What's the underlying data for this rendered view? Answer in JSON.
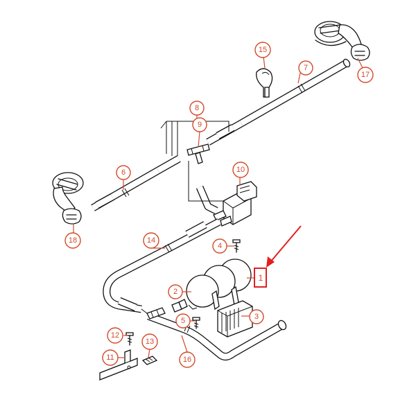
{
  "diagram": {
    "callouts": [
      {
        "id": "1",
        "label": "1"
      },
      {
        "id": "2",
        "label": "2"
      },
      {
        "id": "3",
        "label": "3"
      },
      {
        "id": "4",
        "label": "4"
      },
      {
        "id": "5",
        "label": "5"
      },
      {
        "id": "6",
        "label": "6"
      },
      {
        "id": "7",
        "label": "7"
      },
      {
        "id": "8",
        "label": "8"
      },
      {
        "id": "9",
        "label": "9"
      },
      {
        "id": "10",
        "label": "10"
      },
      {
        "id": "11",
        "label": "11"
      },
      {
        "id": "12",
        "label": "12"
      },
      {
        "id": "13",
        "label": "13"
      },
      {
        "id": "14",
        "label": "14"
      },
      {
        "id": "15",
        "label": "15"
      },
      {
        "id": "16",
        "label": "16"
      },
      {
        "id": "17",
        "label": "17"
      },
      {
        "id": "18",
        "label": "18"
      }
    ],
    "highlighted_part": "1",
    "colors": {
      "callout": "#d24a2a",
      "highlight": "#e02020",
      "line": "#111111"
    }
  }
}
